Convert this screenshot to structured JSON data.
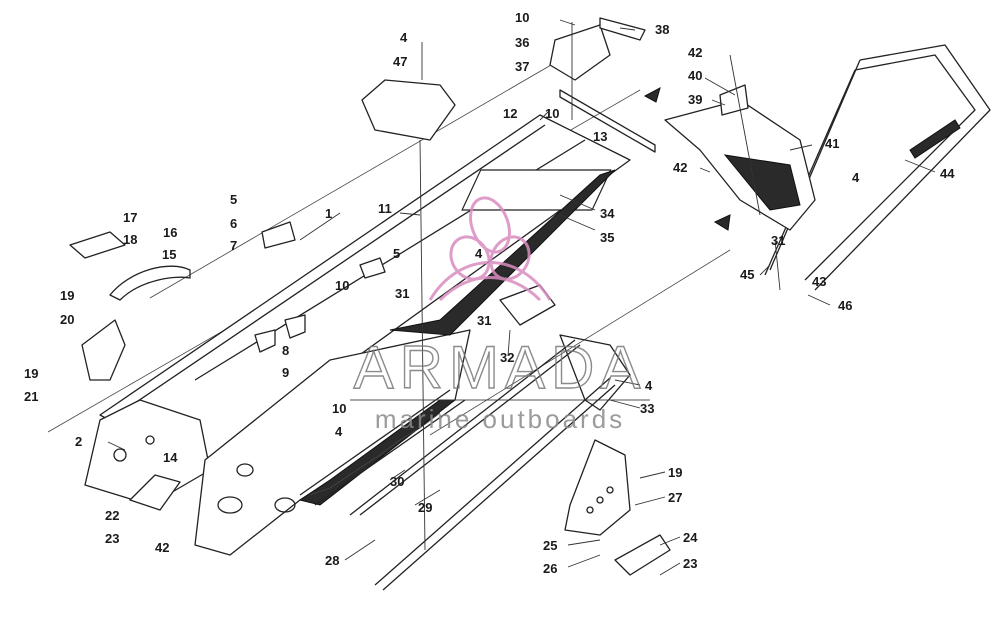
{
  "watermark": {
    "brand": "ARMADA",
    "tagline": "marine outboards",
    "logo_color": "#d98cc0"
  },
  "callouts": [
    "1",
    "2",
    "4",
    "4",
    "4",
    "4",
    "4",
    "5",
    "5",
    "6",
    "7",
    "8",
    "9",
    "10",
    "10",
    "10",
    "10",
    "11",
    "12",
    "13",
    "14",
    "15",
    "16",
    "17",
    "18",
    "19",
    "19",
    "19",
    "20",
    "21",
    "22",
    "23",
    "23",
    "24",
    "25",
    "26",
    "27",
    "28",
    "29",
    "30",
    "31",
    "31",
    "31",
    "32",
    "33",
    "34",
    "35",
    "36",
    "37",
    "38",
    "39",
    "40",
    "41",
    "42",
    "42",
    "42",
    "43",
    "44",
    "45",
    "46",
    "47"
  ],
  "colors": {
    "line": "#222222",
    "background": "#ffffff"
  }
}
